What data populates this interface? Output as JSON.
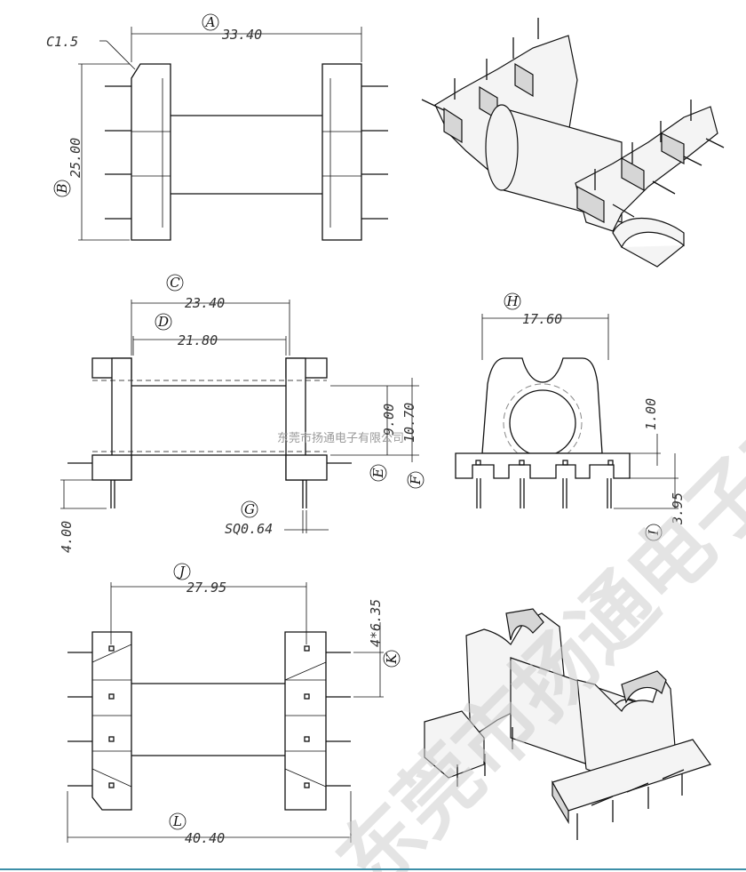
{
  "dimensions": {
    "A": "33.40",
    "B": "25.00",
    "chamfer": "C1.5",
    "C": "23.40",
    "D": "21.80",
    "E": "9.00",
    "F": "10.70",
    "G": "SQ0.64",
    "pin_length": "4.00",
    "H": "17.60",
    "base_height": "1.00",
    "I": "3.95",
    "J": "27.95",
    "K": "4*6.35",
    "L": "40.40"
  },
  "labels": {
    "A": "A",
    "B": "B",
    "C": "C",
    "D": "D",
    "E": "E",
    "F": "F",
    "G": "G",
    "H": "H",
    "I": "I",
    "J": "J",
    "K": "K",
    "L": "L"
  },
  "watermark": {
    "large": "东莞市扬通电子有限公司",
    "small": "东莞市扬通电子有限公司"
  },
  "colors": {
    "line": "#111111",
    "footer_rule": "#3d8fa8"
  }
}
